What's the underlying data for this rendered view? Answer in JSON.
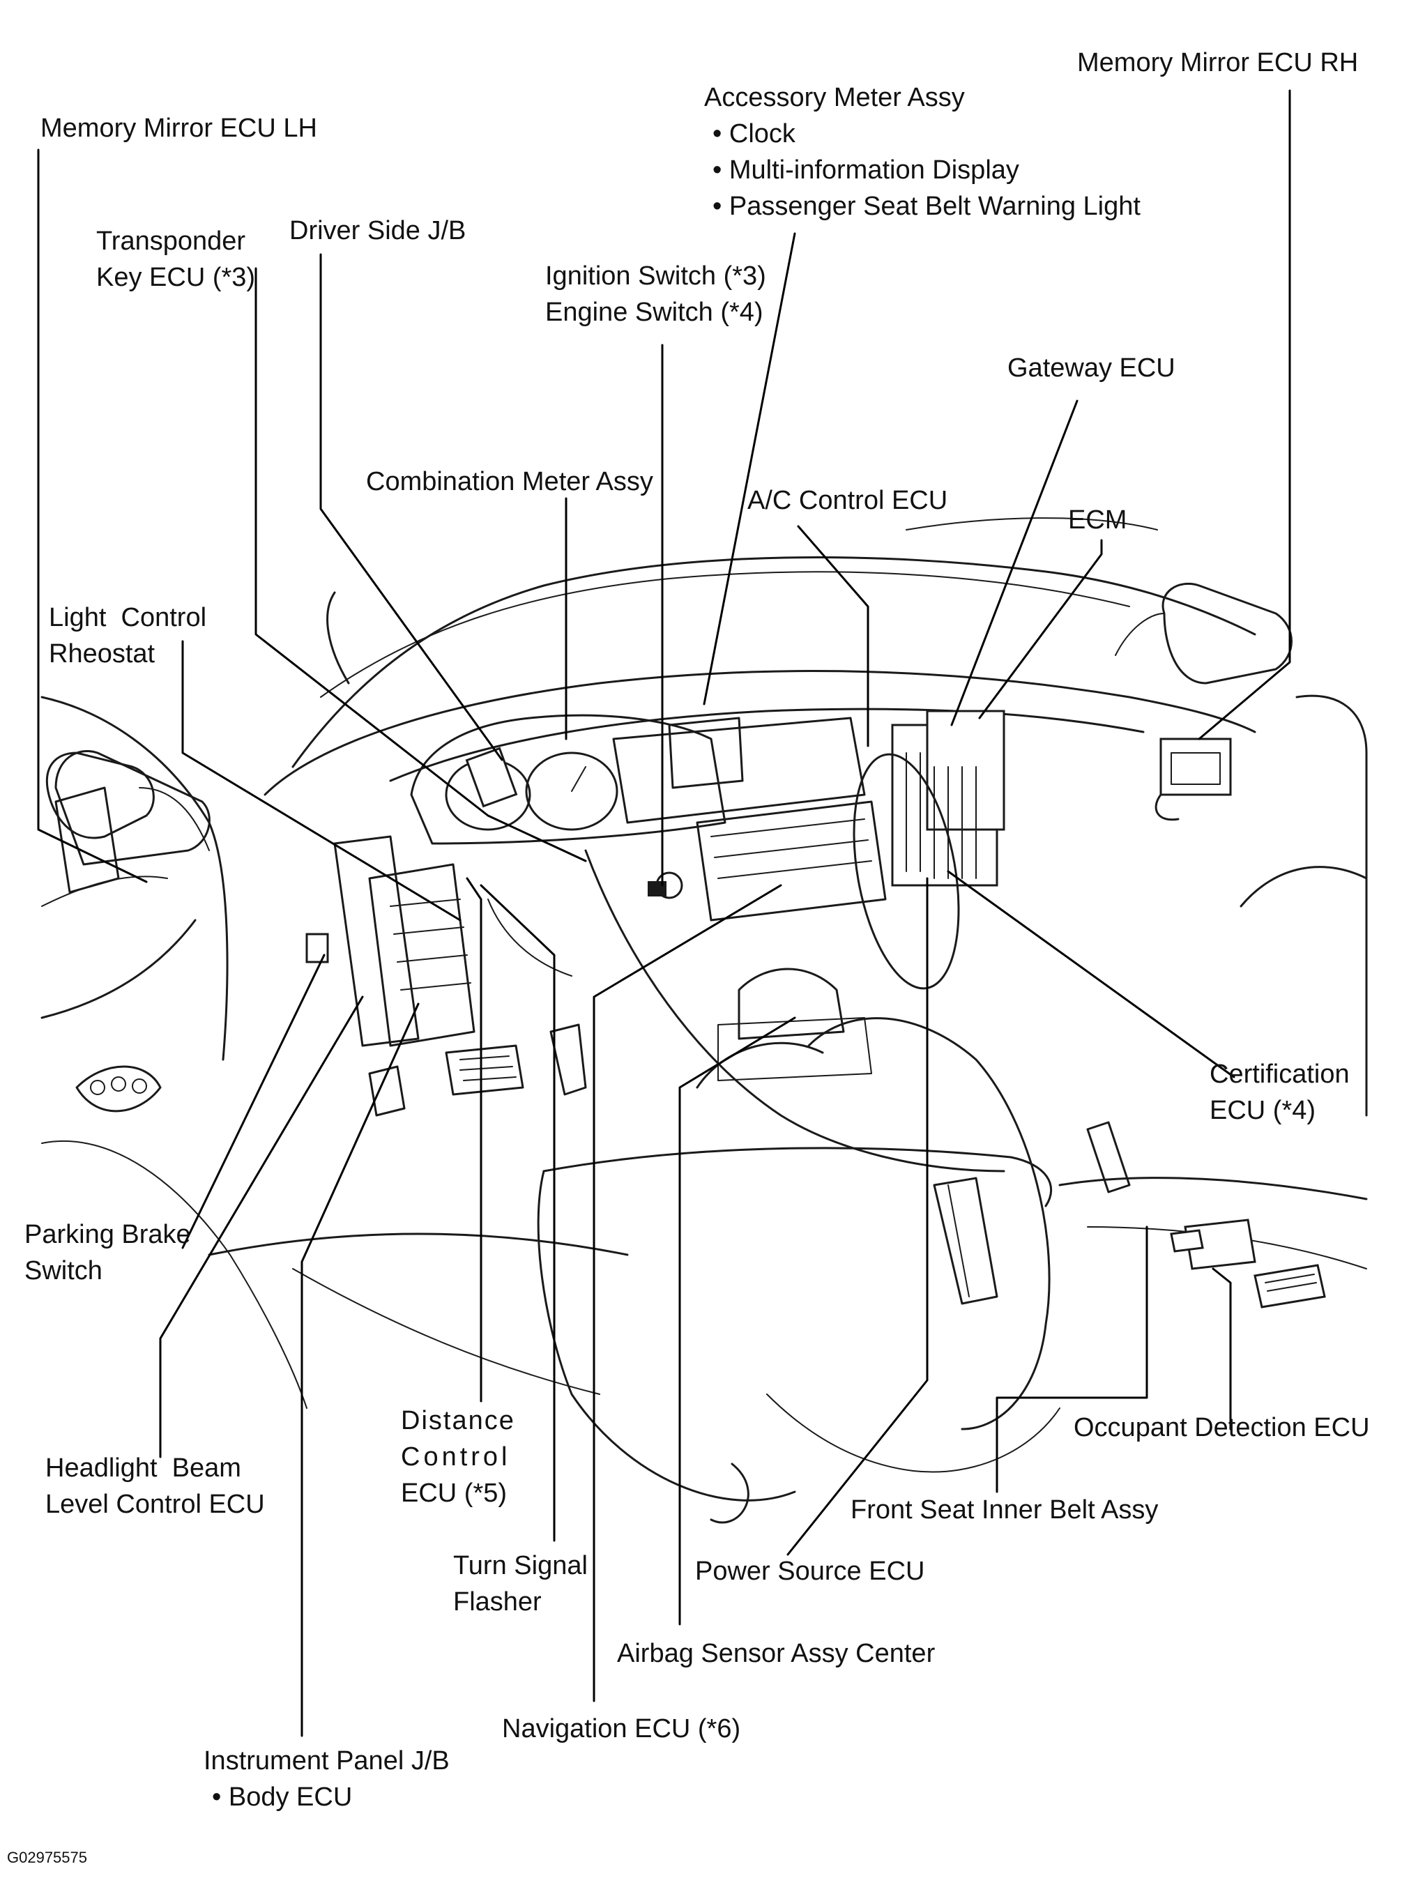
{
  "figure_id": "G02975575",
  "labels": [
    {
      "key": "memory_mirror_ecu_lh",
      "lines": [
        "Memory Mirror ECU LH"
      ]
    },
    {
      "key": "transponder_key_ecu",
      "lines": [
        "Transponder",
        "Key ECU (*3)"
      ]
    },
    {
      "key": "driver_side_jb",
      "lines": [
        "Driver Side J/B"
      ]
    },
    {
      "key": "accessory_meter_assy",
      "lines": [
        "Accessory Meter Assy",
        "Clock",
        "Multi-information Display",
        "Passenger Seat Belt Warning Light"
      ],
      "bullets_from_line": 1
    },
    {
      "key": "memory_mirror_ecu_rh",
      "lines": [
        "Memory Mirror ECU RH"
      ]
    },
    {
      "key": "ignition_engine_switch",
      "lines": [
        "Ignition Switch (*3)",
        "Engine Switch (*4)"
      ]
    },
    {
      "key": "gateway_ecu",
      "lines": [
        "Gateway ECU"
      ]
    },
    {
      "key": "combination_meter_assy",
      "lines": [
        "Combination Meter Assy"
      ]
    },
    {
      "key": "ac_control_ecu",
      "lines": [
        "A/C Control ECU"
      ]
    },
    {
      "key": "ecm",
      "lines": [
        "ECM"
      ]
    },
    {
      "key": "light_control_rheostat",
      "lines": [
        "Light  Control",
        "Rheostat"
      ]
    },
    {
      "key": "certification_ecu",
      "lines": [
        "Certification",
        "ECU (*4)"
      ]
    },
    {
      "key": "parking_brake_switch",
      "lines": [
        "Parking Brake",
        "Switch"
      ]
    },
    {
      "key": "occupant_detection_ecu",
      "lines": [
        "Occupant Detection ECU"
      ]
    },
    {
      "key": "distance_control_ecu",
      "lines": [
        "Distance",
        "Control",
        "ECU (*5)"
      ]
    },
    {
      "key": "headlight_beam_level_control_ecu",
      "lines": [
        "Headlight  Beam",
        "Level Control ECU"
      ]
    },
    {
      "key": "front_seat_inner_belt_assy",
      "lines": [
        "Front Seat Inner Belt Assy"
      ]
    },
    {
      "key": "turn_signal_flasher",
      "lines": [
        "Turn Signal",
        "Flasher"
      ]
    },
    {
      "key": "power_source_ecu",
      "lines": [
        "Power Source ECU"
      ]
    },
    {
      "key": "airbag_sensor_assy_center",
      "lines": [
        "Airbag Sensor Assy Center"
      ]
    },
    {
      "key": "navigation_ecu",
      "lines": [
        "Navigation ECU (*6)"
      ]
    },
    {
      "key": "instrument_panel_jb",
      "lines": [
        "Instrument Panel J/B",
        "Body ECU"
      ],
      "bullets_from_line": 1
    }
  ]
}
